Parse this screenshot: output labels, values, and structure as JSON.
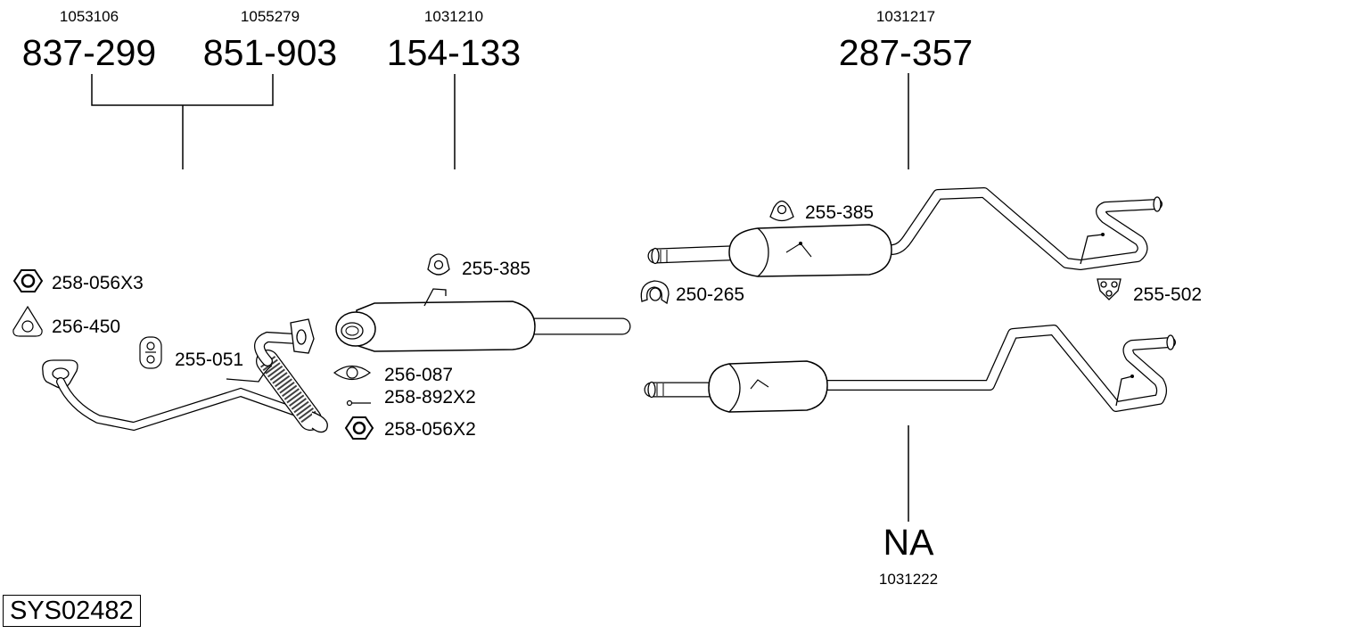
{
  "diagram": {
    "system_code": "SYS02482",
    "parts": {
      "front_pipe_a": {
        "ref": "1053106",
        "number": "837-299"
      },
      "front_pipe_b": {
        "ref": "1055279",
        "number": "851-903"
      },
      "middle_silencer": {
        "ref": "1031210",
        "number": "154-133"
      },
      "rear_silencer": {
        "ref": "1031217",
        "number": "287-357"
      },
      "rear_silencer_alt": {
        "ref": "1031222",
        "number": "NA"
      }
    },
    "fittings": {
      "nut_x3": "258-056X3",
      "gasket_front": "256-450",
      "rubber_mount_front": "255-051",
      "rubber_mount_middle": "255-385",
      "gasket_middle": "256-087",
      "bolt": "258-892X2",
      "nut_x2": "258-056X2",
      "rubber_mount_rear": "255-385",
      "clamp": "250-265",
      "rubber_mount_tail": "255-502"
    }
  }
}
